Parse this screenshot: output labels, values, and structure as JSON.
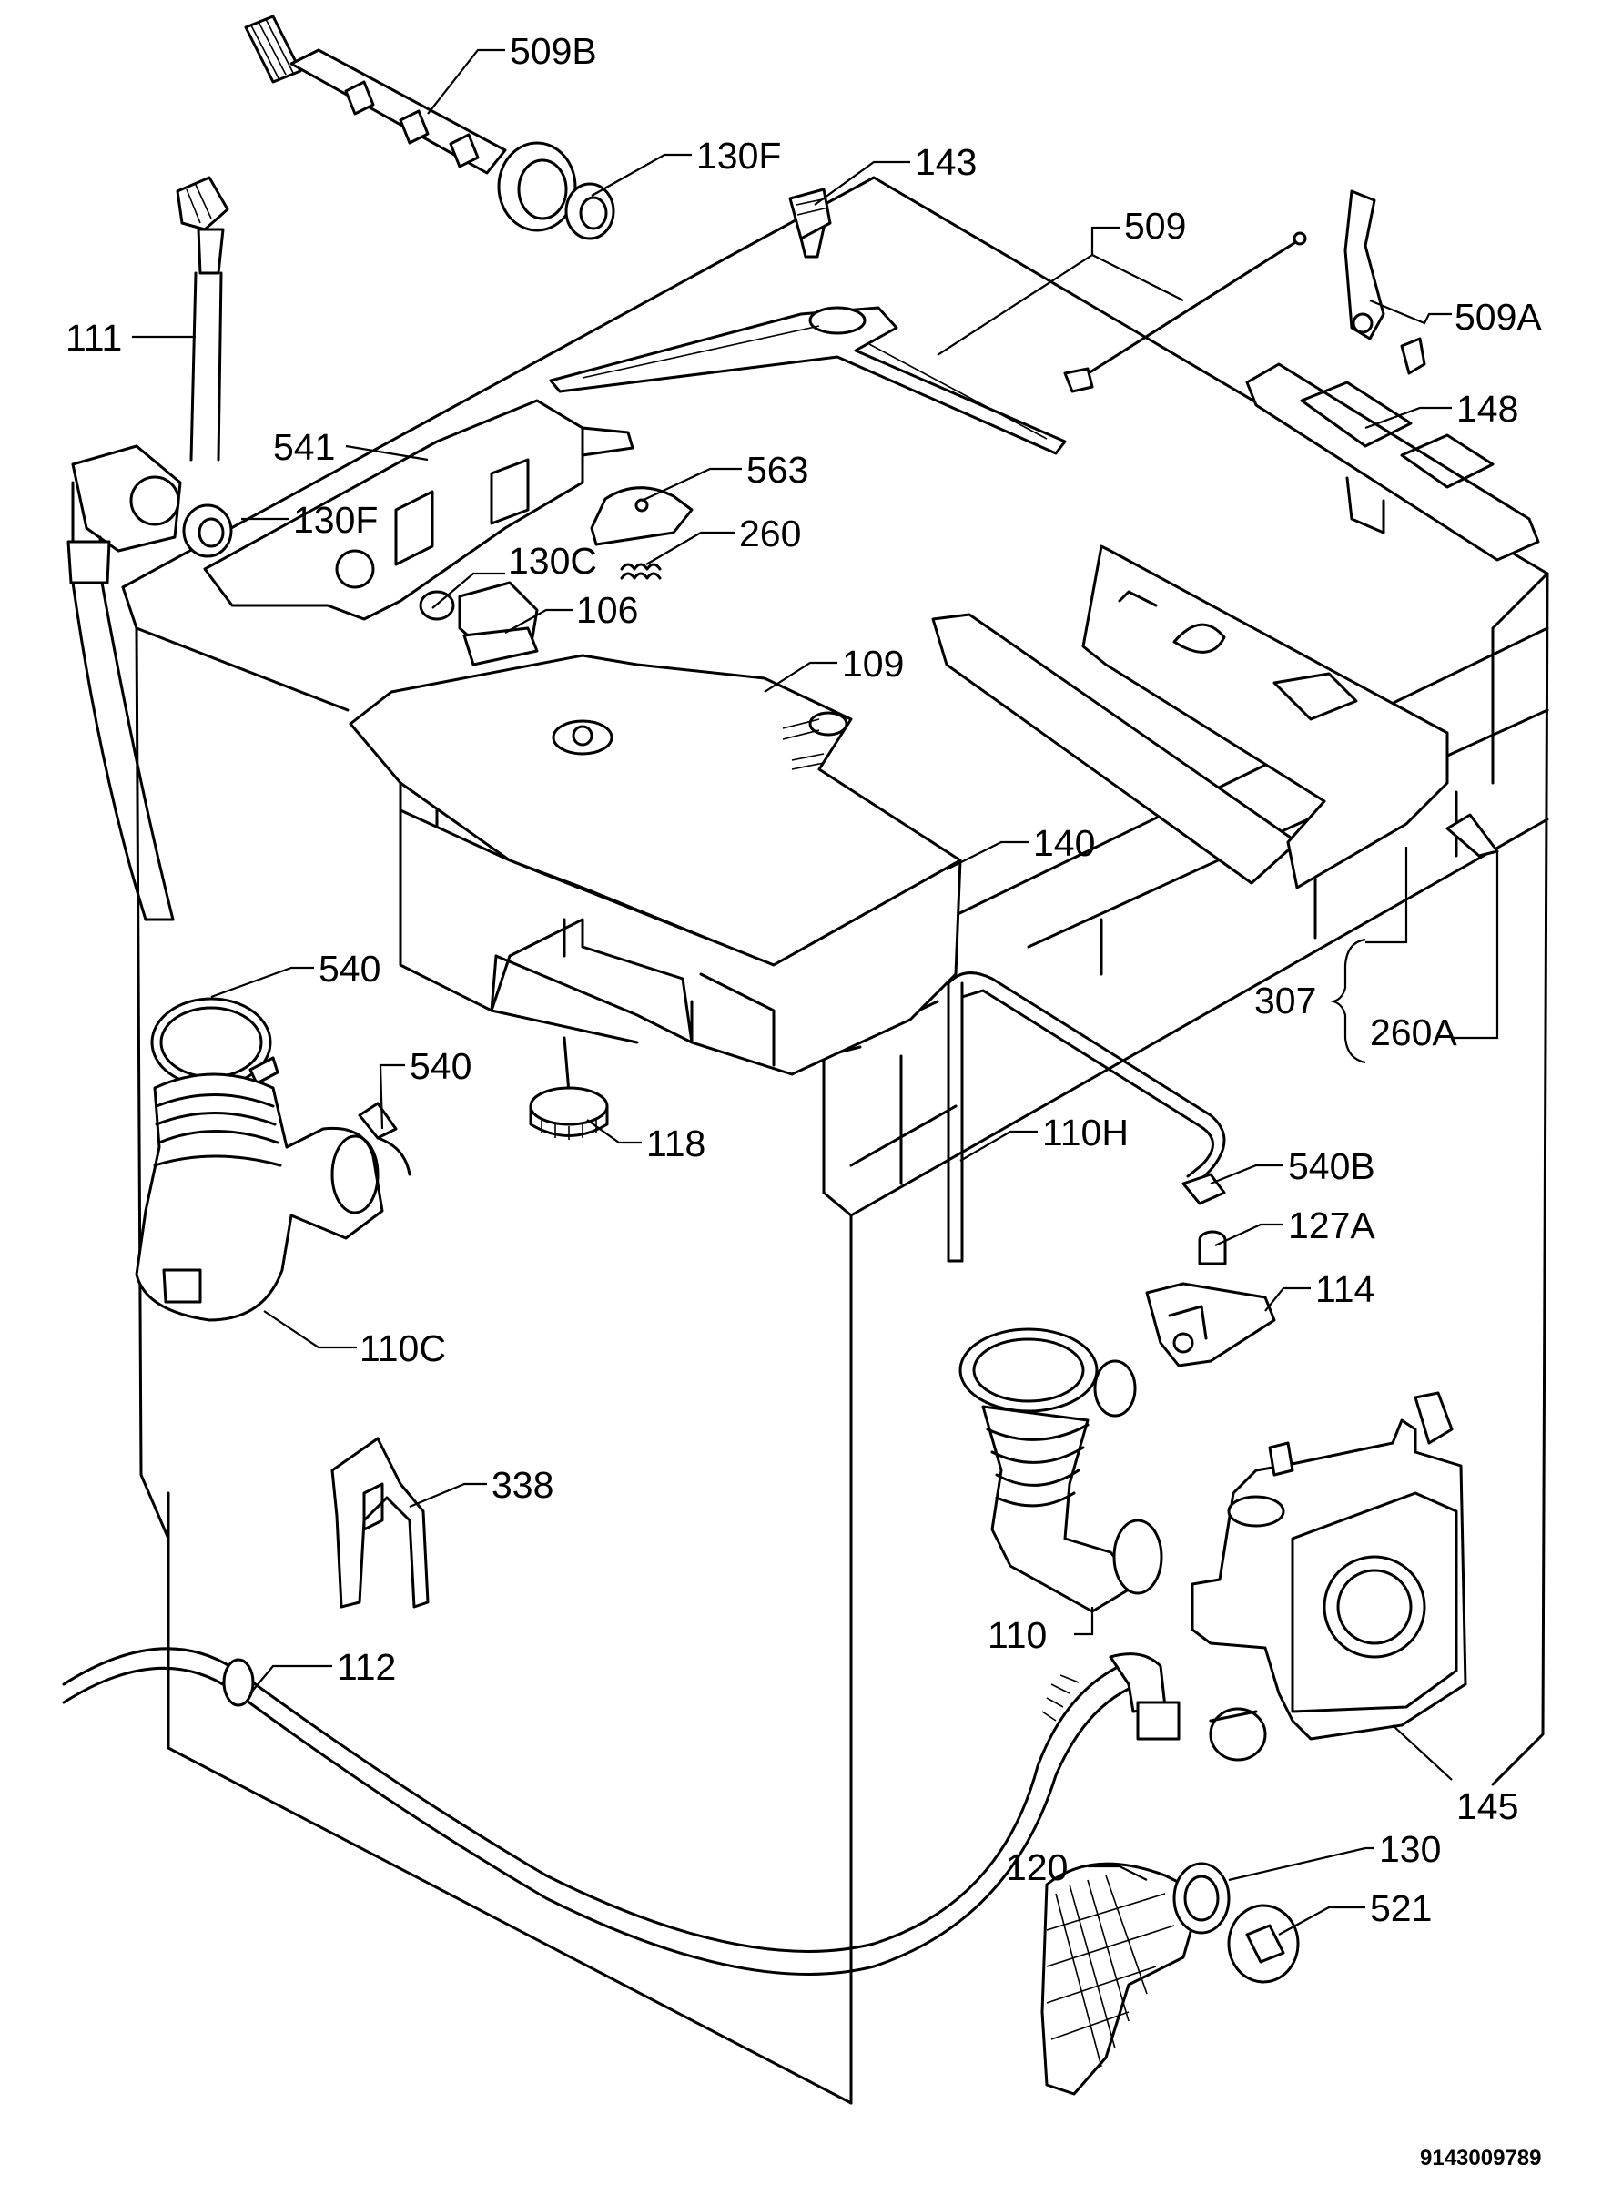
{
  "document_number": "9143009789",
  "callouts": [
    {
      "id": "c509b",
      "text": "509B"
    },
    {
      "id": "c130f_top",
      "text": "130F"
    },
    {
      "id": "c143",
      "text": "143"
    },
    {
      "id": "c509",
      "text": "509"
    },
    {
      "id": "c509a",
      "text": "509A"
    },
    {
      "id": "c111",
      "text": "111"
    },
    {
      "id": "c148",
      "text": "148"
    },
    {
      "id": "c541",
      "text": "541"
    },
    {
      "id": "c563",
      "text": "563"
    },
    {
      "id": "c130f_mid",
      "text": "130F"
    },
    {
      "id": "c260",
      "text": "260"
    },
    {
      "id": "c130c",
      "text": "130C"
    },
    {
      "id": "c106",
      "text": "106"
    },
    {
      "id": "c109",
      "text": "109"
    },
    {
      "id": "c140",
      "text": "140"
    },
    {
      "id": "c540_a",
      "text": "540"
    },
    {
      "id": "c307",
      "text": "307"
    },
    {
      "id": "c260a",
      "text": "260A"
    },
    {
      "id": "c540_b",
      "text": "540"
    },
    {
      "id": "c118",
      "text": "118"
    },
    {
      "id": "c110h",
      "text": "110H"
    },
    {
      "id": "c540b",
      "text": "540B"
    },
    {
      "id": "c127a",
      "text": "127A"
    },
    {
      "id": "c114",
      "text": "114"
    },
    {
      "id": "c110c",
      "text": "110C"
    },
    {
      "id": "c338",
      "text": "338"
    },
    {
      "id": "c110",
      "text": "110"
    },
    {
      "id": "c112",
      "text": "112"
    },
    {
      "id": "c145",
      "text": "145"
    },
    {
      "id": "c130",
      "text": "130"
    },
    {
      "id": "c120",
      "text": "120"
    },
    {
      "id": "c521",
      "text": "521"
    }
  ]
}
